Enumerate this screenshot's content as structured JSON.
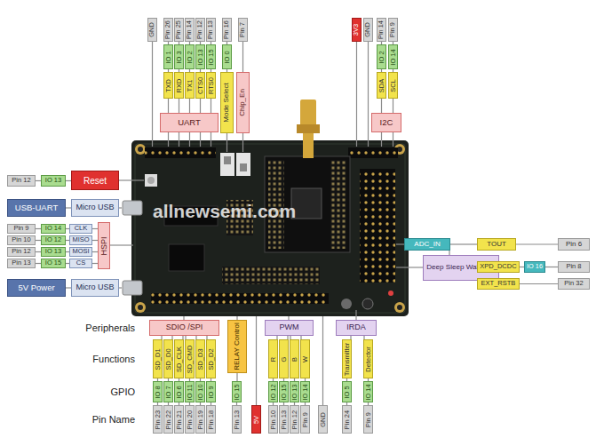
{
  "diagram": {
    "nodes": [
      {
        "text": [
          "GND"
        ]
      },
      {
        "text": [
          "Pin 26"
        ]
      },
      {
        "text": [
          "IO 1"
        ]
      },
      {
        "text": [
          "TXD"
        ]
      },
      {
        "text": [
          "Pin 25"
        ]
      },
      {
        "text": [
          "IO 3"
        ]
      },
      {
        "text": [
          "RXD"
        ]
      },
      {
        "text": [
          "Pin 14"
        ]
      },
      {
        "text": [
          "IO 2"
        ]
      },
      {
        "text": [
          "TX1"
        ]
      },
      {
        "text": [
          "Pin 12"
        ]
      },
      {
        "text": [
          "IO 13"
        ]
      },
      {
        "text": [
          "CTS0"
        ]
      },
      {
        "text": [
          "Pin 13"
        ]
      },
      {
        "text": [
          "IO 15"
        ]
      },
      {
        "text": [
          "RTS0"
        ]
      },
      {
        "text": [
          "UART"
        ]
      },
      {
        "text": [
          "Pin 16"
        ]
      },
      {
        "text": [
          "IO 0"
        ]
      },
      {
        "text": [
          "Mode Select"
        ]
      },
      {
        "text": [
          "Pin 7"
        ]
      },
      {
        "text": [
          "Chip_En"
        ]
      },
      {
        "text": [
          "3V3"
        ]
      },
      {
        "text": [
          "GND"
        ]
      },
      {
        "text": [
          "Pin 14"
        ]
      },
      {
        "text": [
          "IO 2"
        ]
      },
      {
        "text": [
          "SDA"
        ]
      },
      {
        "text": [
          "Pin 9"
        ]
      },
      {
        "text": [
          "IO 14"
        ]
      },
      {
        "text": [
          "SCL"
        ]
      },
      {
        "text": [
          "I2C"
        ]
      },
      {
        "text": [
          "Pin 12"
        ]
      },
      {
        "text": [
          "IO 13"
        ]
      },
      {
        "text": [
          "Reset"
        ]
      },
      {
        "text": [
          "USB-UART"
        ]
      },
      {
        "text": [
          "Micro USB"
        ]
      },
      {
        "text": [
          "Pin 9"
        ]
      },
      {
        "text": [
          "IO 14"
        ]
      },
      {
        "text": [
          "CLK"
        ]
      },
      {
        "text": [
          "Pin 10"
        ]
      },
      {
        "text": [
          "IO 12"
        ]
      },
      {
        "text": [
          "MISO"
        ]
      },
      {
        "text": [
          "Pin 12"
        ]
      },
      {
        "text": [
          "IO 13"
        ]
      },
      {
        "text": [
          "MOSI"
        ]
      },
      {
        "text": [
          "Pin 13"
        ]
      },
      {
        "text": [
          "IO 15"
        ]
      },
      {
        "text": [
          "CS"
        ]
      },
      {
        "text": [
          "HSPI"
        ]
      },
      {
        "text": [
          "5V Power"
        ]
      },
      {
        "text": [
          "Micro USB"
        ]
      },
      {
        "text": [
          "ADC_IN"
        ]
      },
      {
        "text": [
          "TOUT"
        ]
      },
      {
        "text": [
          "Pin 6"
        ]
      },
      {
        "text": [
          "Deep Sleep Wake Up"
        ]
      },
      {
        "text": [
          "XPD_DCDC"
        ]
      },
      {
        "text": [
          "IO 16"
        ]
      },
      {
        "text": [
          "Pin 8"
        ]
      },
      {
        "text": [
          "EXT_RSTB"
        ]
      },
      {
        "text": [
          "Pin 32"
        ]
      },
      {
        "text": [
          "SDIO /SPI"
        ]
      },
      {
        "text": [
          "SD_D1"
        ]
      },
      {
        "text": [
          "SD_D0"
        ]
      },
      {
        "text": [
          "SD_CLK"
        ]
      },
      {
        "text": [
          "SD_CMD"
        ]
      },
      {
        "text": [
          "SD_D3"
        ]
      },
      {
        "text": [
          "SD_D2"
        ]
      },
      {
        "text": [
          "IO 8"
        ]
      },
      {
        "text": [
          "IO 7"
        ]
      },
      {
        "text": [
          "IO 6"
        ]
      },
      {
        "text": [
          "IO 11"
        ]
      },
      {
        "text": [
          "IO 10"
        ]
      },
      {
        "text": [
          "IO 9"
        ]
      },
      {
        "text": [
          "Pin 23"
        ]
      },
      {
        "text": [
          "Pin 22"
        ]
      },
      {
        "text": [
          "Pin 21"
        ]
      },
      {
        "text": [
          "Pin 20"
        ]
      },
      {
        "text": [
          "Pin 19"
        ]
      },
      {
        "text": [
          "Pin 18"
        ]
      },
      {
        "text": [
          "RELAY Control"
        ]
      },
      {
        "text": [
          "IO 15"
        ]
      },
      {
        "text": [
          "Pin 13"
        ]
      },
      {
        "text": [
          "5V"
        ]
      },
      {
        "text": [
          "PWM"
        ]
      },
      {
        "text": [
          "R"
        ]
      },
      {
        "text": [
          "G"
        ]
      },
      {
        "text": [
          "B"
        ]
      },
      {
        "text": [
          "W"
        ]
      },
      {
        "text": [
          "IO 12"
        ]
      },
      {
        "text": [
          "IO 15"
        ]
      },
      {
        "text": [
          "IO 13"
        ]
      },
      {
        "text": [
          "IO 14"
        ]
      },
      {
        "text": [
          "Pin 10"
        ]
      },
      {
        "text": [
          "Pin 13"
        ]
      },
      {
        "text": [
          "Pin 12"
        ]
      },
      {
        "text": [
          "Pin 9"
        ]
      },
      {
        "text": [
          "GND"
        ]
      },
      {
        "text": [
          "IRDA"
        ]
      },
      {
        "text": [
          "Transmitter"
        ]
      },
      {
        "text": [
          "Detector"
        ]
      },
      {
        "text": [
          "IO 5"
        ]
      },
      {
        "text": [
          "IO 14"
        ]
      },
      {
        "text": [
          "Pin 24"
        ]
      },
      {
        "text": [
          "Pin 9"
        ]
      }
    ],
    "edges": [
      {
        "from": 1,
        "to": 2,
        "arrow": "none"
      },
      {
        "from": 2,
        "to": 3,
        "arrow": "none"
      },
      {
        "from": 4,
        "to": 5,
        "arrow": "none"
      },
      {
        "from": 5,
        "to": 6,
        "arrow": "none"
      },
      {
        "from": 7,
        "to": 8,
        "arrow": "none"
      },
      {
        "from": 8,
        "to": 9,
        "arrow": "none"
      },
      {
        "from": 10,
        "to": 11,
        "arrow": "none"
      },
      {
        "from": 11,
        "to": 12,
        "arrow": "none"
      },
      {
        "from": 13,
        "to": 14,
        "arrow": "none"
      },
      {
        "from": 14,
        "to": 15,
        "arrow": "none"
      },
      {
        "from": 3,
        "to": 16,
        "arrow": "none"
      },
      {
        "from": 6,
        "to": 16,
        "arrow": "none"
      },
      {
        "from": 9,
        "to": 16,
        "arrow": "none"
      },
      {
        "from": 12,
        "to": 16,
        "arrow": "none"
      },
      {
        "from": 15,
        "to": 16,
        "arrow": "none"
      },
      {
        "from": 17,
        "to": 18,
        "arrow": "none"
      },
      {
        "from": 18,
        "to": 19,
        "arrow": "none"
      },
      {
        "from": 20,
        "to": 21,
        "arrow": "none"
      },
      {
        "from": 24,
        "to": 25,
        "arrow": "none"
      },
      {
        "from": 25,
        "to": 26,
        "arrow": "none"
      },
      {
        "from": 27,
        "to": 28,
        "arrow": "none"
      },
      {
        "from": 28,
        "to": 29,
        "arrow": "none"
      },
      {
        "from": 26,
        "to": 30,
        "arrow": "none"
      },
      {
        "from": 29,
        "to": 30,
        "arrow": "none"
      },
      {
        "from": 31,
        "to": 32,
        "arrow": "none"
      },
      {
        "from": 32,
        "to": 33,
        "arrow": "none"
      },
      {
        "from": 34,
        "to": 35,
        "arrow": "none"
      },
      {
        "from": 36,
        "to": 37,
        "arrow": "none"
      },
      {
        "from": 37,
        "to": 38,
        "arrow": "none"
      },
      {
        "from": 39,
        "to": 40,
        "arrow": "none"
      },
      {
        "from": 40,
        "to": 41,
        "arrow": "none"
      },
      {
        "from": 42,
        "to": 43,
        "arrow": "none"
      },
      {
        "from": 43,
        "to": 44,
        "arrow": "none"
      },
      {
        "from": 45,
        "to": 46,
        "arrow": "none"
      },
      {
        "from": 46,
        "to": 47,
        "arrow": "none"
      },
      {
        "from": 38,
        "to": 48,
        "arrow": "none"
      },
      {
        "from": 41,
        "to": 48,
        "arrow": "none"
      },
      {
        "from": 44,
        "to": 48,
        "arrow": "none"
      },
      {
        "from": 47,
        "to": 48,
        "arrow": "none"
      },
      {
        "from": 49,
        "to": 50,
        "arrow": "none"
      },
      {
        "from": 51,
        "to": 52,
        "arrow": "none"
      },
      {
        "from": 52,
        "to": 53,
        "arrow": "none"
      },
      {
        "from": 54,
        "to": 51,
        "arrow": "none"
      },
      {
        "from": 54,
        "to": 55,
        "arrow": "none"
      },
      {
        "from": 54,
        "to": 58,
        "arrow": "none"
      },
      {
        "from": 55,
        "to": 56,
        "arrow": "none"
      },
      {
        "from": 56,
        "to": 57,
        "arrow": "none"
      },
      {
        "from": 58,
        "to": 59,
        "arrow": "none"
      },
      {
        "from": 60,
        "to": 61,
        "arrow": "none"
      },
      {
        "from": 60,
        "to": 62,
        "arrow": "none"
      },
      {
        "from": 60,
        "to": 63,
        "arrow": "none"
      },
      {
        "from": 60,
        "to": 64,
        "arrow": "none"
      },
      {
        "from": 60,
        "to": 65,
        "arrow": "none"
      },
      {
        "from": 60,
        "to": 66,
        "arrow": "none"
      },
      {
        "from": 61,
        "to": 67,
        "arrow": "none"
      },
      {
        "from": 62,
        "to": 68,
        "arrow": "none"
      },
      {
        "from": 63,
        "to": 69,
        "arrow": "none"
      },
      {
        "from": 64,
        "to": 70,
        "arrow": "none"
      },
      {
        "from": 65,
        "to": 71,
        "arrow": "none"
      },
      {
        "from": 66,
        "to": 72,
        "arrow": "none"
      },
      {
        "from": 67,
        "to": 73,
        "arrow": "none"
      },
      {
        "from": 68,
        "to": 74,
        "arrow": "none"
      },
      {
        "from": 69,
        "to": 75,
        "arrow": "none"
      },
      {
        "from": 70,
        "to": 76,
        "arrow": "none"
      },
      {
        "from": 71,
        "to": 77,
        "arrow": "none"
      },
      {
        "from": 72,
        "to": 78,
        "arrow": "none"
      },
      {
        "from": 79,
        "to": 80,
        "arrow": "none"
      },
      {
        "from": 80,
        "to": 81,
        "arrow": "none"
      },
      {
        "from": 83,
        "to": 84,
        "arrow": "none"
      },
      {
        "from": 83,
        "to": 85,
        "arrow": "none"
      },
      {
        "from": 83,
        "to": 86,
        "arrow": "none"
      },
      {
        "from": 83,
        "to": 87,
        "arrow": "none"
      },
      {
        "from": 84,
        "to": 88,
        "arrow": "none"
      },
      {
        "from": 85,
        "to": 89,
        "arrow": "none"
      },
      {
        "from": 86,
        "to": 90,
        "arrow": "none"
      },
      {
        "from": 87,
        "to": 91,
        "arrow": "none"
      },
      {
        "from": 88,
        "to": 92,
        "arrow": "none"
      },
      {
        "from": 89,
        "to": 93,
        "arrow": "none"
      },
      {
        "from": 90,
        "to": 94,
        "arrow": "none"
      },
      {
        "from": 91,
        "to": 95,
        "arrow": "none"
      },
      {
        "from": 97,
        "to": 98,
        "arrow": "none"
      },
      {
        "from": 97,
        "to": 99,
        "arrow": "none"
      },
      {
        "from": 98,
        "to": 100,
        "arrow": "none"
      },
      {
        "from": 99,
        "to": 101,
        "arrow": "none"
      },
      {
        "from": 100,
        "to": 102,
        "arrow": "none"
      },
      {
        "from": 101,
        "to": 103,
        "arrow": "none"
      }
    ],
    "labels": [
      "Peripherals",
      "Functions",
      "GPIO",
      "Pin Name",
      "allnewsemi.com"
    ]
  }
}
